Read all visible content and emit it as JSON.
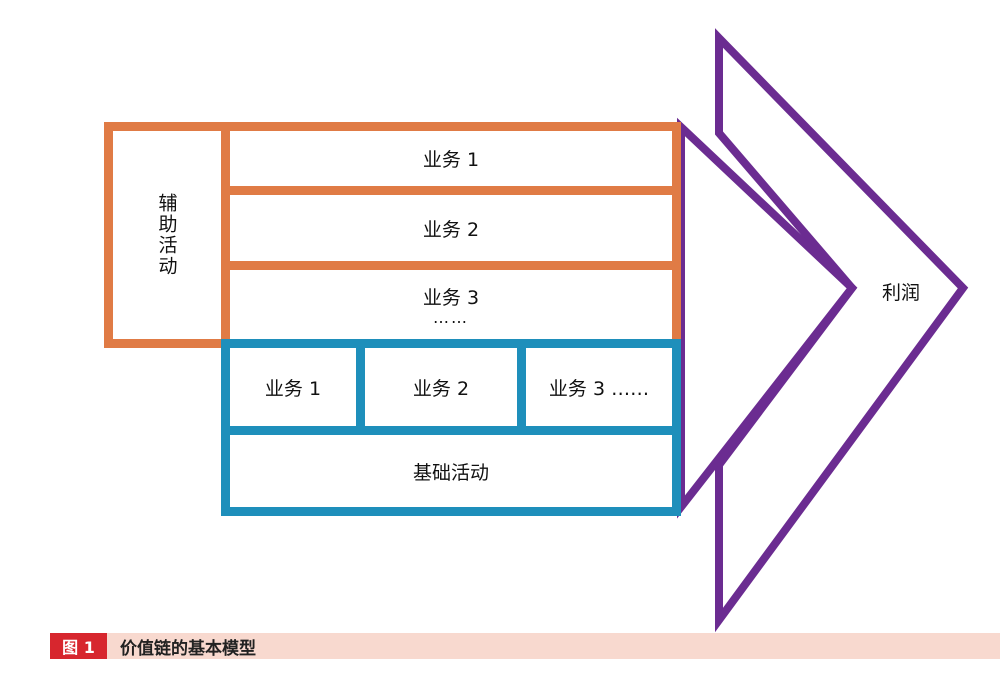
{
  "diagram": {
    "support_activities": "辅助活动",
    "top_rows": [
      "业务 1",
      "业务 2",
      "业务 3"
    ],
    "top_ellipsis": "……",
    "bottom_cells": [
      "业务 1",
      "业务 2",
      "业务 3 ……"
    ],
    "primary_activities": "基础活动",
    "profit": "利润"
  },
  "caption": {
    "tag": "图 1",
    "title": "价值链的基本模型"
  },
  "colors": {
    "orange": "#e07b45",
    "blue": "#1e8fbb",
    "purple": "#6b2c91",
    "caption_red": "#d7262e",
    "caption_bg": "#f8d9cf"
  }
}
